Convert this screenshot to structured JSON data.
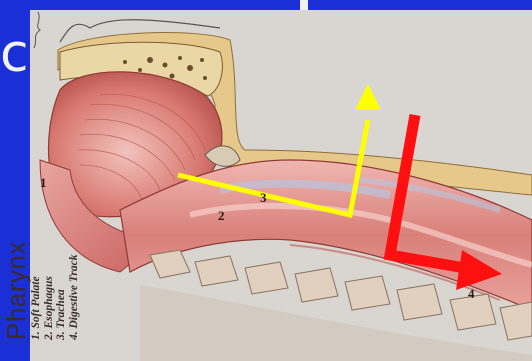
{
  "slide": {
    "title_fragment": "c",
    "background": "#1a2fd6"
  },
  "figure": {
    "caption_title": "Pharynx",
    "legend": [
      "1. Soft Palate",
      "2. Esophagus",
      "3. Trachea",
      "4. Digestive Track"
    ],
    "labels": [
      "1",
      "2",
      "3",
      "4"
    ],
    "arrows": [
      {
        "color": "#ffff00",
        "meaning": "airway path"
      },
      {
        "color": "#ff1010",
        "meaning": "food path"
      }
    ]
  }
}
